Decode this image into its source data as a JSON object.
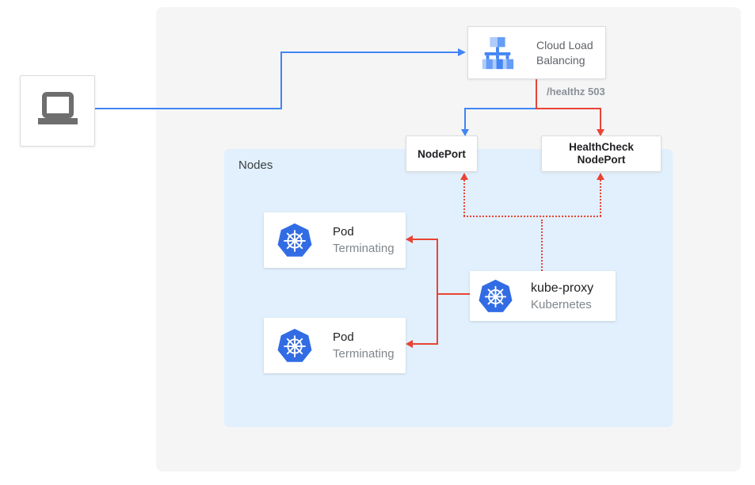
{
  "diagram": {
    "colors": {
      "traffic_blue": "#4285f4",
      "health_red": "#ea4335",
      "nodes_panel_bg": "#e1f0fc",
      "outer_panel_bg": "#f5f5f6",
      "kubernetes_blue": "#326ce5"
    },
    "client": {
      "icon": "laptop-icon"
    },
    "load_balancer": {
      "icon": "cloud-load-balancing-icon",
      "label_lines": [
        "Cloud Load",
        "Balancing"
      ]
    },
    "health_check_label": "/healthz 503",
    "node_port": {
      "label": "NodePort"
    },
    "health_check_node_port": {
      "label_lines": [
        "HealthCheck",
        "NodePort"
      ]
    },
    "nodes_group": {
      "label": "Nodes"
    },
    "pods": [
      {
        "icon": "kubernetes-icon",
        "title": "Pod",
        "status": "Terminating"
      },
      {
        "icon": "kubernetes-icon",
        "title": "Pod",
        "status": "Terminating"
      }
    ],
    "kube_proxy": {
      "icon": "kubernetes-icon",
      "title": "kube-proxy",
      "subtitle": "Kubernetes"
    }
  }
}
